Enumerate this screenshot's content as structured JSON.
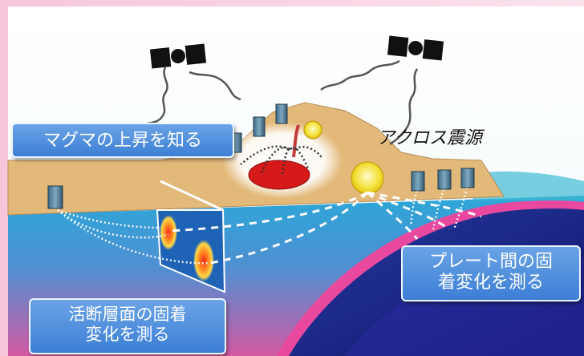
{
  "labels": {
    "magma": "マグマの上昇を知る",
    "across_source": "アクロス震源",
    "plate_line1": "プレート間の固",
    "plate_line2": "着変化を測る",
    "fault_line1": "活断層面の固着",
    "fault_line2": "変化を測る"
  },
  "icons": [
    "satellite-icon",
    "receiver-icon",
    "magma-chamber-icon",
    "source-icon"
  ],
  "colors": {
    "land": "#e3b97a",
    "sea_top": "#2fa8d6",
    "sea_bottom": "#d5559f",
    "plate": "#1a1a7a",
    "plate_edge": "#e83f9c",
    "label_box": "#4a8be0",
    "magma": "#d61919"
  }
}
